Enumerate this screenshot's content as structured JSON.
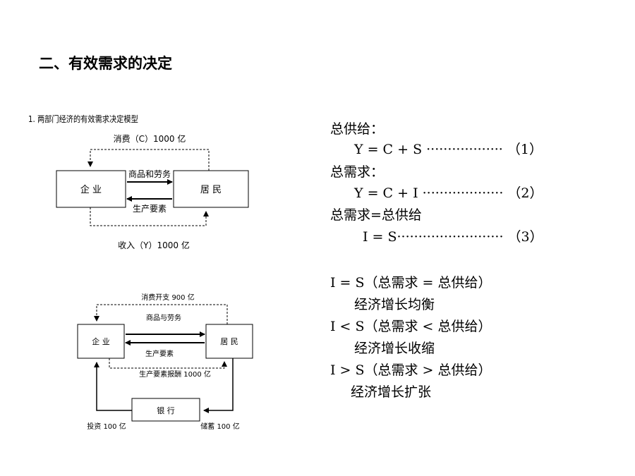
{
  "title": "二、有效需求的决定",
  "diagram1": {
    "subtitle": "1. 两部门经济的有效需求决定模型",
    "firm": "企 业",
    "household": "居 民",
    "consumption": "消费（C）1000 亿",
    "goods": "商品和劳务",
    "factors": "生产要素",
    "income": "收入（Y）1000 亿"
  },
  "diagram2": {
    "firm": "企 业",
    "household": "居 民",
    "bank": "银 行",
    "consumption": "消费开支 900 亿",
    "goods": "商品与劳务",
    "factors": "生产要素",
    "factor_pay": "生产要素报酬 1000 亿",
    "investment": "投资 100 亿",
    "savings": "储蓄 100 亿"
  },
  "equations": {
    "supply_label": "总供给：",
    "supply_eq": "Y = C + S ·················· （1）",
    "demand_label": "总需求：",
    "demand_eq": "Y = C + I ··················· （2）",
    "balance_label": "总需求=总供给",
    "balance_eq": "I = S························· （3）"
  },
  "conditions": {
    "eq_line": "I = S（总需求 = 总供给）",
    "eq_result": "经济增长均衡",
    "lt_line": "I < S（总需求 < 总供给）",
    "lt_result": "经济增长收缩",
    "gt_line": "I > S（总需求 > 总供给）",
    "gt_result": "经济增长扩张"
  }
}
